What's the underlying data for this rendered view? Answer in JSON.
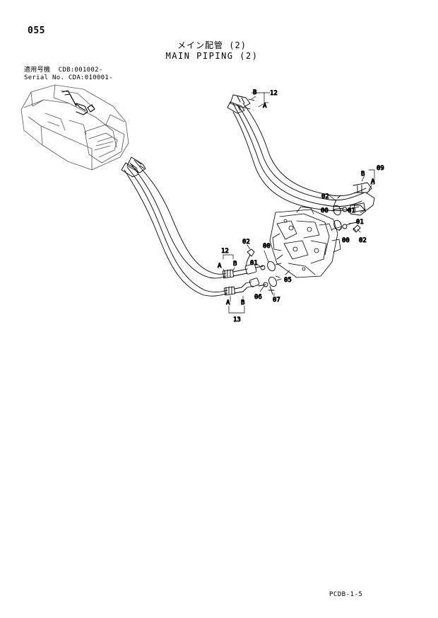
{
  "header": {
    "page_number": "055",
    "title_jp": "メイン配管 (2)",
    "title_en": "MAIN PIPING (2)"
  },
  "serial": {
    "line1": "適用号機  CDB:001002-",
    "line2": "Serial No. CDA:010001-"
  },
  "callouts": {
    "c12_top": "12",
    "c09": "09",
    "c12_left": "12",
    "c13": "13",
    "a_top": "A",
    "b_top": "B",
    "a_09": "A",
    "b_09": "B",
    "a_12": "A",
    "b_12": "B",
    "a_13": "A",
    "b_13": "B",
    "c02_r1": "02",
    "c00_r1": "00",
    "c01_r1": "01",
    "c01_r2": "01",
    "c00_r2": "00",
    "c02_r2": "02",
    "c02_l": "02",
    "c00_l": "00",
    "c01_l": "01",
    "c05": "05",
    "c06": "06",
    "c07": "07"
  },
  "footer": {
    "page_code": "PCDB-1-5"
  }
}
